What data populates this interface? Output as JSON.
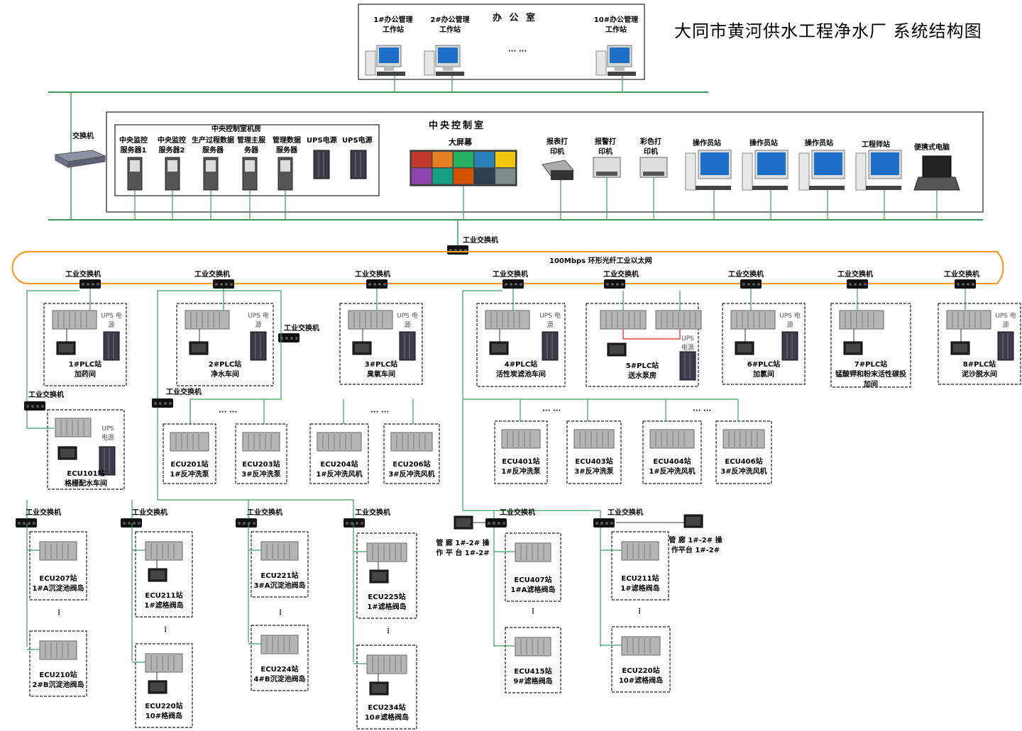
{
  "title": "大同市黄河供水工程净水厂 系统结构图",
  "office": {
    "title": "办 公 室",
    "ws1": "1#办公管理工作站",
    "ws2": "2#办公管理工作站",
    "ellipsis": "··· ···",
    "ws10": "10#办公管理工作站"
  },
  "switch_label": "交换机",
  "central": {
    "title": "中央控制室",
    "room": "中央控制室机房",
    "srv1": "中央监控服务器1",
    "srv2": "中央监控服务器2",
    "srv3": "生产过程数据服务器",
    "srv4": "管理主服务器",
    "srv5": "管理数据服务器",
    "ups1": "UPS电源",
    "ups2": "UPS电源",
    "screen": "大屏幕",
    "printer1": "报表打印机",
    "printer2": "报警打印机",
    "printer3": "彩色打印机",
    "op1": "操作员站",
    "op2": "操作员站",
    "op3": "操作员站",
    "eng": "工程师站",
    "laptop": "便携式电脑"
  },
  "ring": {
    "label": "100Mbps 环形光纤工业以太网",
    "ind_switch": "工业交换机"
  },
  "ups_text": "UPS 电源",
  "plc": [
    {
      "name": "1#PLC站",
      "desc": "加药间"
    },
    {
      "name": "2#PLC站",
      "desc": "净水车间"
    },
    {
      "name": "3#PLC站",
      "desc": "臭氧车间"
    },
    {
      "name": "4#PLC站",
      "desc": "活性炭滤池车间"
    },
    {
      "name": "5#PLC站",
      "desc": "送水泵房"
    },
    {
      "name": "6#PLC站",
      "desc": "加氯间"
    },
    {
      "name": "7#PLC站",
      "desc": "锰酸钾和粉末活性碳投加间"
    },
    {
      "name": "8#PLC站",
      "desc": "泥沙脱水间"
    }
  ],
  "ecu101": {
    "name": "ECU101站",
    "desc": "格栅配水车间"
  },
  "ecu_row1": [
    {
      "name": "ECU201站",
      "desc": "1#反冲洗泵"
    },
    {
      "name": "ECU203站",
      "desc": "3#反冲洗泵"
    },
    {
      "name": "ECU204站",
      "desc": "1#反冲洗风机"
    },
    {
      "name": "ECU206站",
      "desc": "3#反冲洗风机"
    },
    {
      "name": "ECU401站",
      "desc": "1#反冲洗泵"
    },
    {
      "name": "ECU403站",
      "desc": "3#反冲洗泵"
    },
    {
      "name": "ECU404站",
      "desc": "1#反冲洗风机"
    },
    {
      "name": "ECU406站",
      "desc": "3#反冲洗风机"
    }
  ],
  "ecu_lower": [
    {
      "name": "ECU207站",
      "desc": "1#A沉淀池阀岛"
    },
    {
      "name": "ECU210站",
      "desc": "2#B沉淀池阀岛"
    },
    {
      "name": "ECU211站",
      "desc": "1#滤格阀岛"
    },
    {
      "name": "ECU220站",
      "desc": "10#格阀岛"
    },
    {
      "name": "ECU221站",
      "desc": "3#A沉淀池阀岛"
    },
    {
      "name": "ECU224站",
      "desc": "4#B沉淀池阀岛"
    },
    {
      "name": "ECU225站",
      "desc": "1#滤格阀岛"
    },
    {
      "name": "ECU234站",
      "desc": "10#滤格阀岛"
    },
    {
      "name": "ECU407站",
      "desc": "1#A滤格阀岛"
    },
    {
      "name": "ECU415站",
      "desc": "9#滤格阀岛"
    },
    {
      "name": "ECU211站",
      "desc": "1#滤格阀岛"
    },
    {
      "name": "ECU220站",
      "desc": "10#滤格阀岛"
    }
  ],
  "platform_left": "管 廊 1#-2# 操 作 平 台 1#-2#",
  "platform_right": "管 廊 1#-2# 操作平台 1#-2#",
  "dots": "··· ···",
  "vdots": "⋮"
}
